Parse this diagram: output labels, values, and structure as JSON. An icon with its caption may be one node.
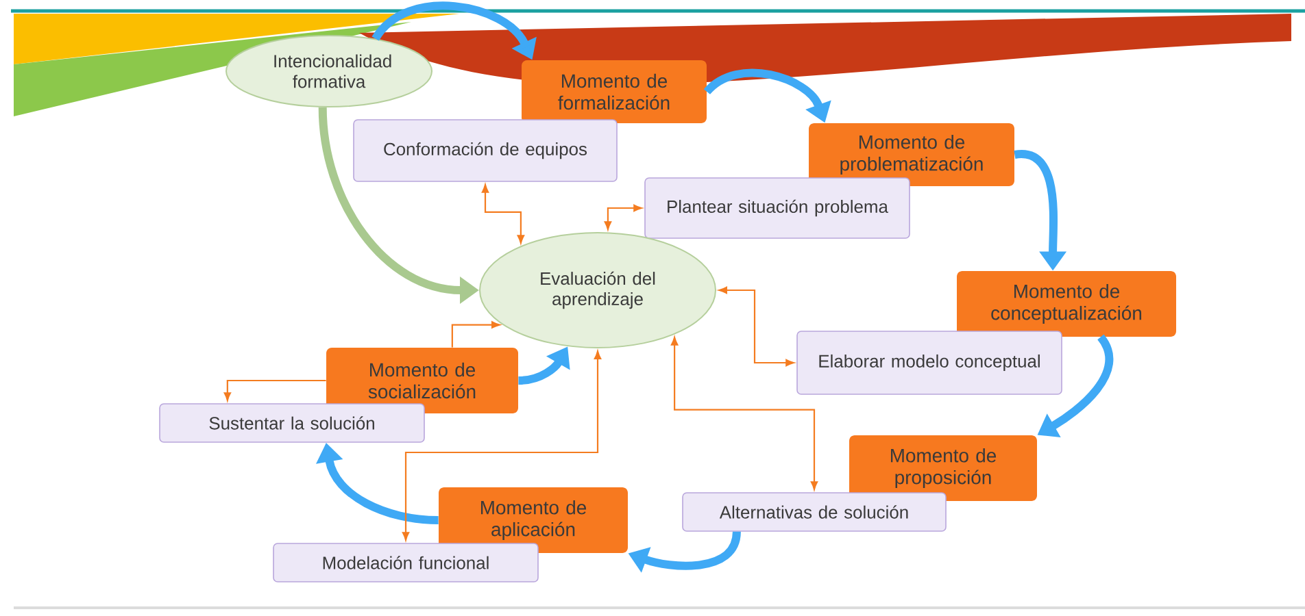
{
  "diagram": {
    "nodes": [
      {
        "text": [
          "Intencionalidad formativa"
        ]
      },
      {
        "text": [
          "Momento de formalización"
        ]
      },
      {
        "text": [
          "Conformación de equipos"
        ]
      },
      {
        "text": [
          "Momento de problematización"
        ]
      },
      {
        "text": [
          "Plantear situación problema"
        ]
      },
      {
        "text": [
          "Evaluación del aprendizaje"
        ]
      },
      {
        "text": [
          "Momento de conceptualización"
        ]
      },
      {
        "text": [
          "Elaborar modelo conceptual"
        ]
      },
      {
        "text": [
          "Momento de socialización"
        ]
      },
      {
        "text": [
          "Sustentar la solución"
        ]
      },
      {
        "text": [
          "Momento de proposición"
        ]
      },
      {
        "text": [
          "Alternativas de solución"
        ]
      },
      {
        "text": [
          "Momento de aplicación"
        ]
      },
      {
        "text": [
          "Modelación funcional"
        ]
      }
    ],
    "edges": [
      {
        "from": 0,
        "to": 1,
        "arrow": "to",
        "color": "#3fa9f5"
      },
      {
        "from": 1,
        "to": 3,
        "arrow": "to",
        "color": "#3fa9f5"
      },
      {
        "from": 3,
        "to": 6,
        "arrow": "to",
        "color": "#3fa9f5"
      },
      {
        "from": 6,
        "to": 10,
        "arrow": "to",
        "color": "#3fa9f5"
      },
      {
        "from": 11,
        "to": 12,
        "arrow": "to",
        "color": "#3fa9f5"
      },
      {
        "from": 12,
        "to": 9,
        "arrow": "to",
        "color": "#3fa9f5"
      },
      {
        "from": 8,
        "to": 5,
        "arrow": "to",
        "color": "#3fa9f5"
      },
      {
        "from": 0,
        "to": 5,
        "arrow": "to",
        "color": "#a9c98f"
      },
      {
        "from": 2,
        "to": 5,
        "arrow": "both",
        "color": "#f47c20"
      },
      {
        "from": 5,
        "to": 4,
        "arrow": "both",
        "color": "#f47c20"
      },
      {
        "from": 5,
        "to": 7,
        "arrow": "both",
        "color": "#f47c20"
      },
      {
        "from": 5,
        "to": 11,
        "arrow": "both",
        "color": "#f47c20"
      },
      {
        "from": 5,
        "to": 13,
        "arrow": "both",
        "color": "#f47c20"
      },
      {
        "from": 8,
        "to": 5,
        "arrow": "to",
        "color": "#f47c20"
      },
      {
        "from": 8,
        "to": 9,
        "arrow": "to",
        "color": "#f47c20"
      }
    ]
  }
}
